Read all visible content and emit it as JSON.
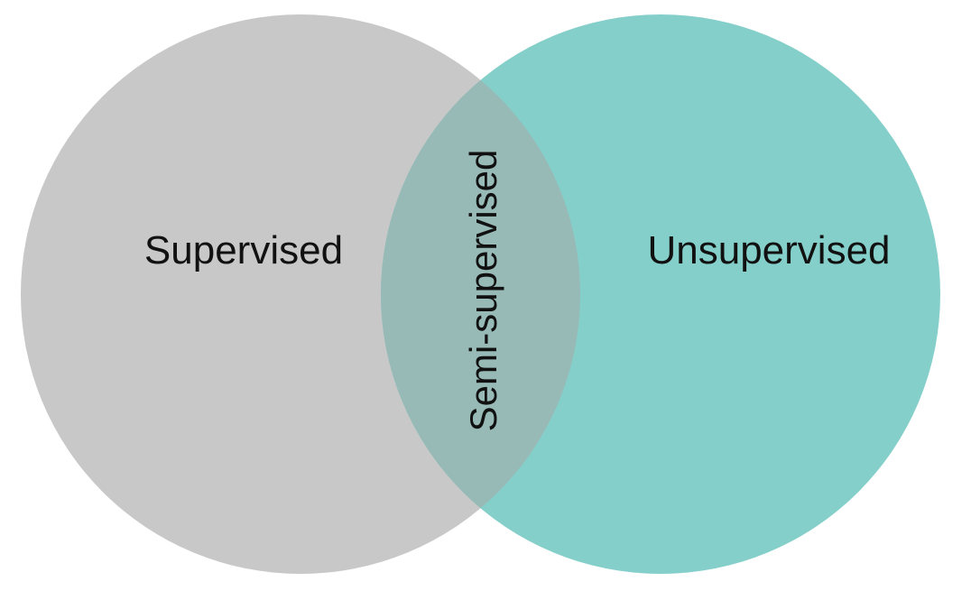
{
  "diagram": {
    "type": "venn",
    "sets": [
      {
        "id": "left",
        "label": "Supervised",
        "color": "#c8c8c8"
      },
      {
        "id": "right",
        "label": "Unsupervised",
        "color": "#85cfca"
      }
    ],
    "intersection": {
      "label": "Semi-supervised",
      "color": "#97bab7"
    },
    "background": "#ffffff"
  }
}
